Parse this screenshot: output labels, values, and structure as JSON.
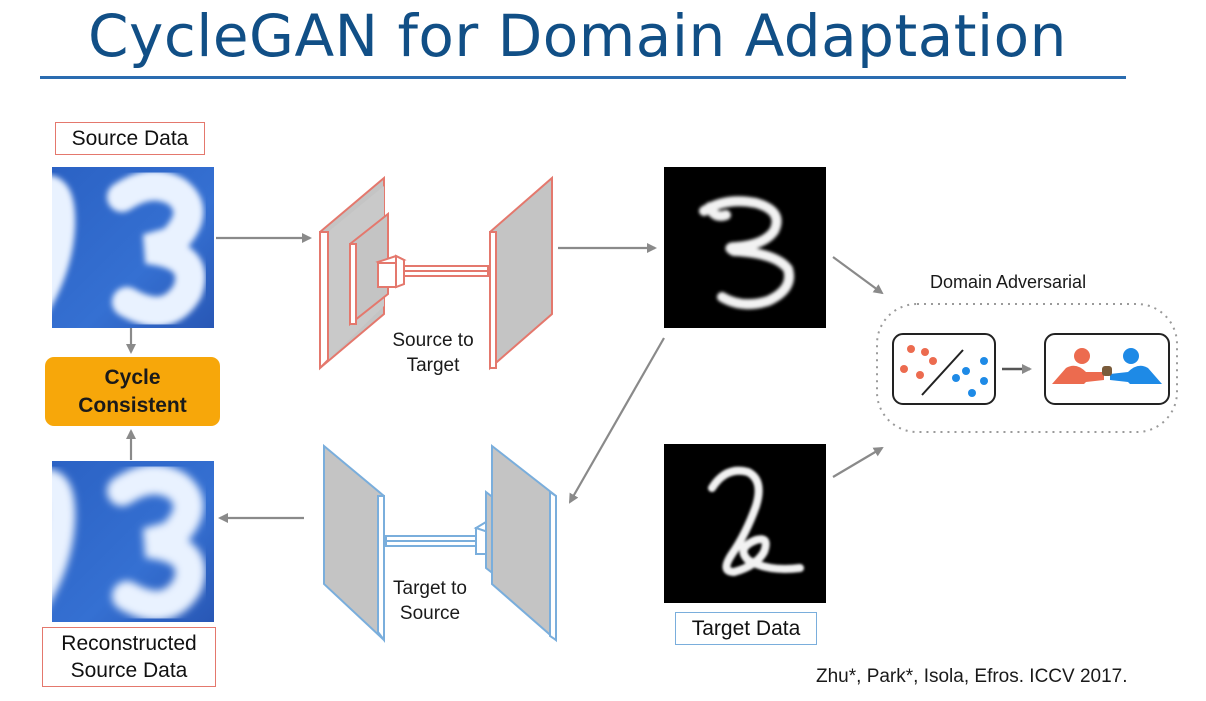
{
  "title": "CycleGAN for Domain Adaptation",
  "source_label": "Source Data",
  "reconstructed_label": "Reconstructed Source Data",
  "cycle_label": "Cycle Consistent",
  "s2t_label": "Source to Target",
  "t2s_label": "Target to Source",
  "target_label": "Target Data",
  "domain_adversarial_label": "Domain Adversarial",
  "citation": "Zhu*, Park*, Isola, Efros. ICCV 2017.",
  "colors": {
    "title": "#114f86",
    "red_net": "#e4786d",
    "blue_net": "#7aaedc",
    "cycle": "#f7a70a",
    "svhn_bg": "#2f66c8"
  }
}
